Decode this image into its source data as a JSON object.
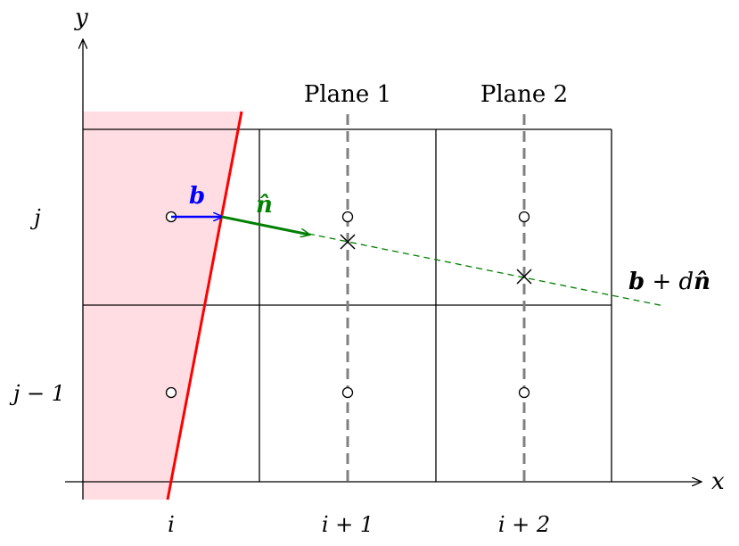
{
  "axes": {
    "x_label": "x",
    "y_label": "y"
  },
  "planes": [
    {
      "label": "Plane 1"
    },
    {
      "label": "Plane 2"
    }
  ],
  "row_labels": [
    "j",
    "j − 1"
  ],
  "column_labels": [
    "i",
    "i + 1",
    "i + 2"
  ],
  "vectors": {
    "b": {
      "label": "b",
      "color": "#0000ff"
    },
    "n_hat": {
      "label": "n̂",
      "color": "#008000"
    },
    "b_plus_dn": {
      "label_left": "b",
      "label_op": " + ",
      "label_d": "d",
      "label_n": "n̂"
    }
  },
  "colors": {
    "boundary": "#ff0000",
    "shaded_region": "#ffdde3",
    "plane_line": "#808080",
    "grid": "#000000",
    "extension": "#008000"
  }
}
